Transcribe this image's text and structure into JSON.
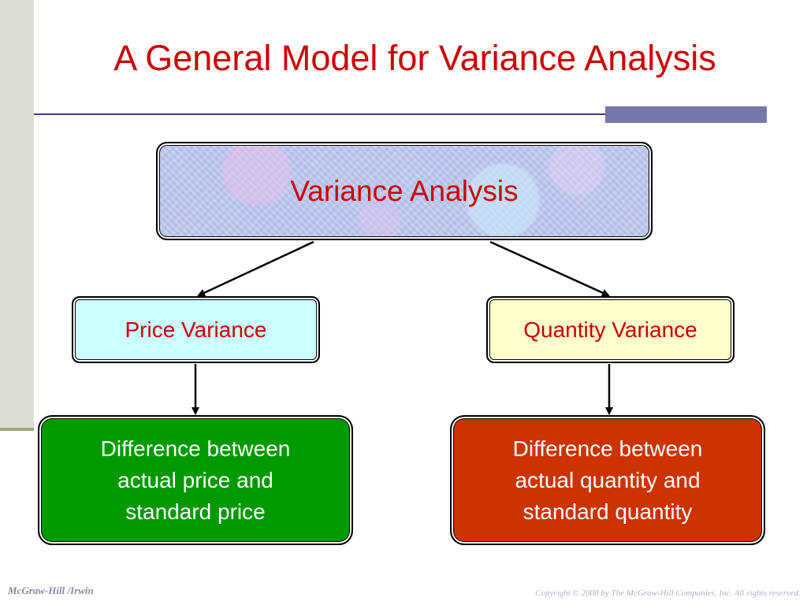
{
  "slide": {
    "title": "A General Model for Variance Analysis"
  },
  "diagram": {
    "root": {
      "label": "Variance Analysis"
    },
    "left_branch": {
      "label": "Price Variance",
      "description": "Difference between actual price and standard price"
    },
    "right_branch": {
      "label": "Quantity Variance",
      "description": "Difference between actual quantity and standard quantity"
    }
  },
  "footer": {
    "publisher": "McGraw-Hill /Irwin",
    "copyright": "Copyright © 2008 by The McGraw-Hill Companies, Inc. All rights reserved."
  },
  "colors": {
    "title": "#cc0000",
    "price_box": "#ccffff",
    "quantity_box": "#ffffcc",
    "price_description_box": "#009900",
    "quantity_description_box": "#cc3300"
  }
}
